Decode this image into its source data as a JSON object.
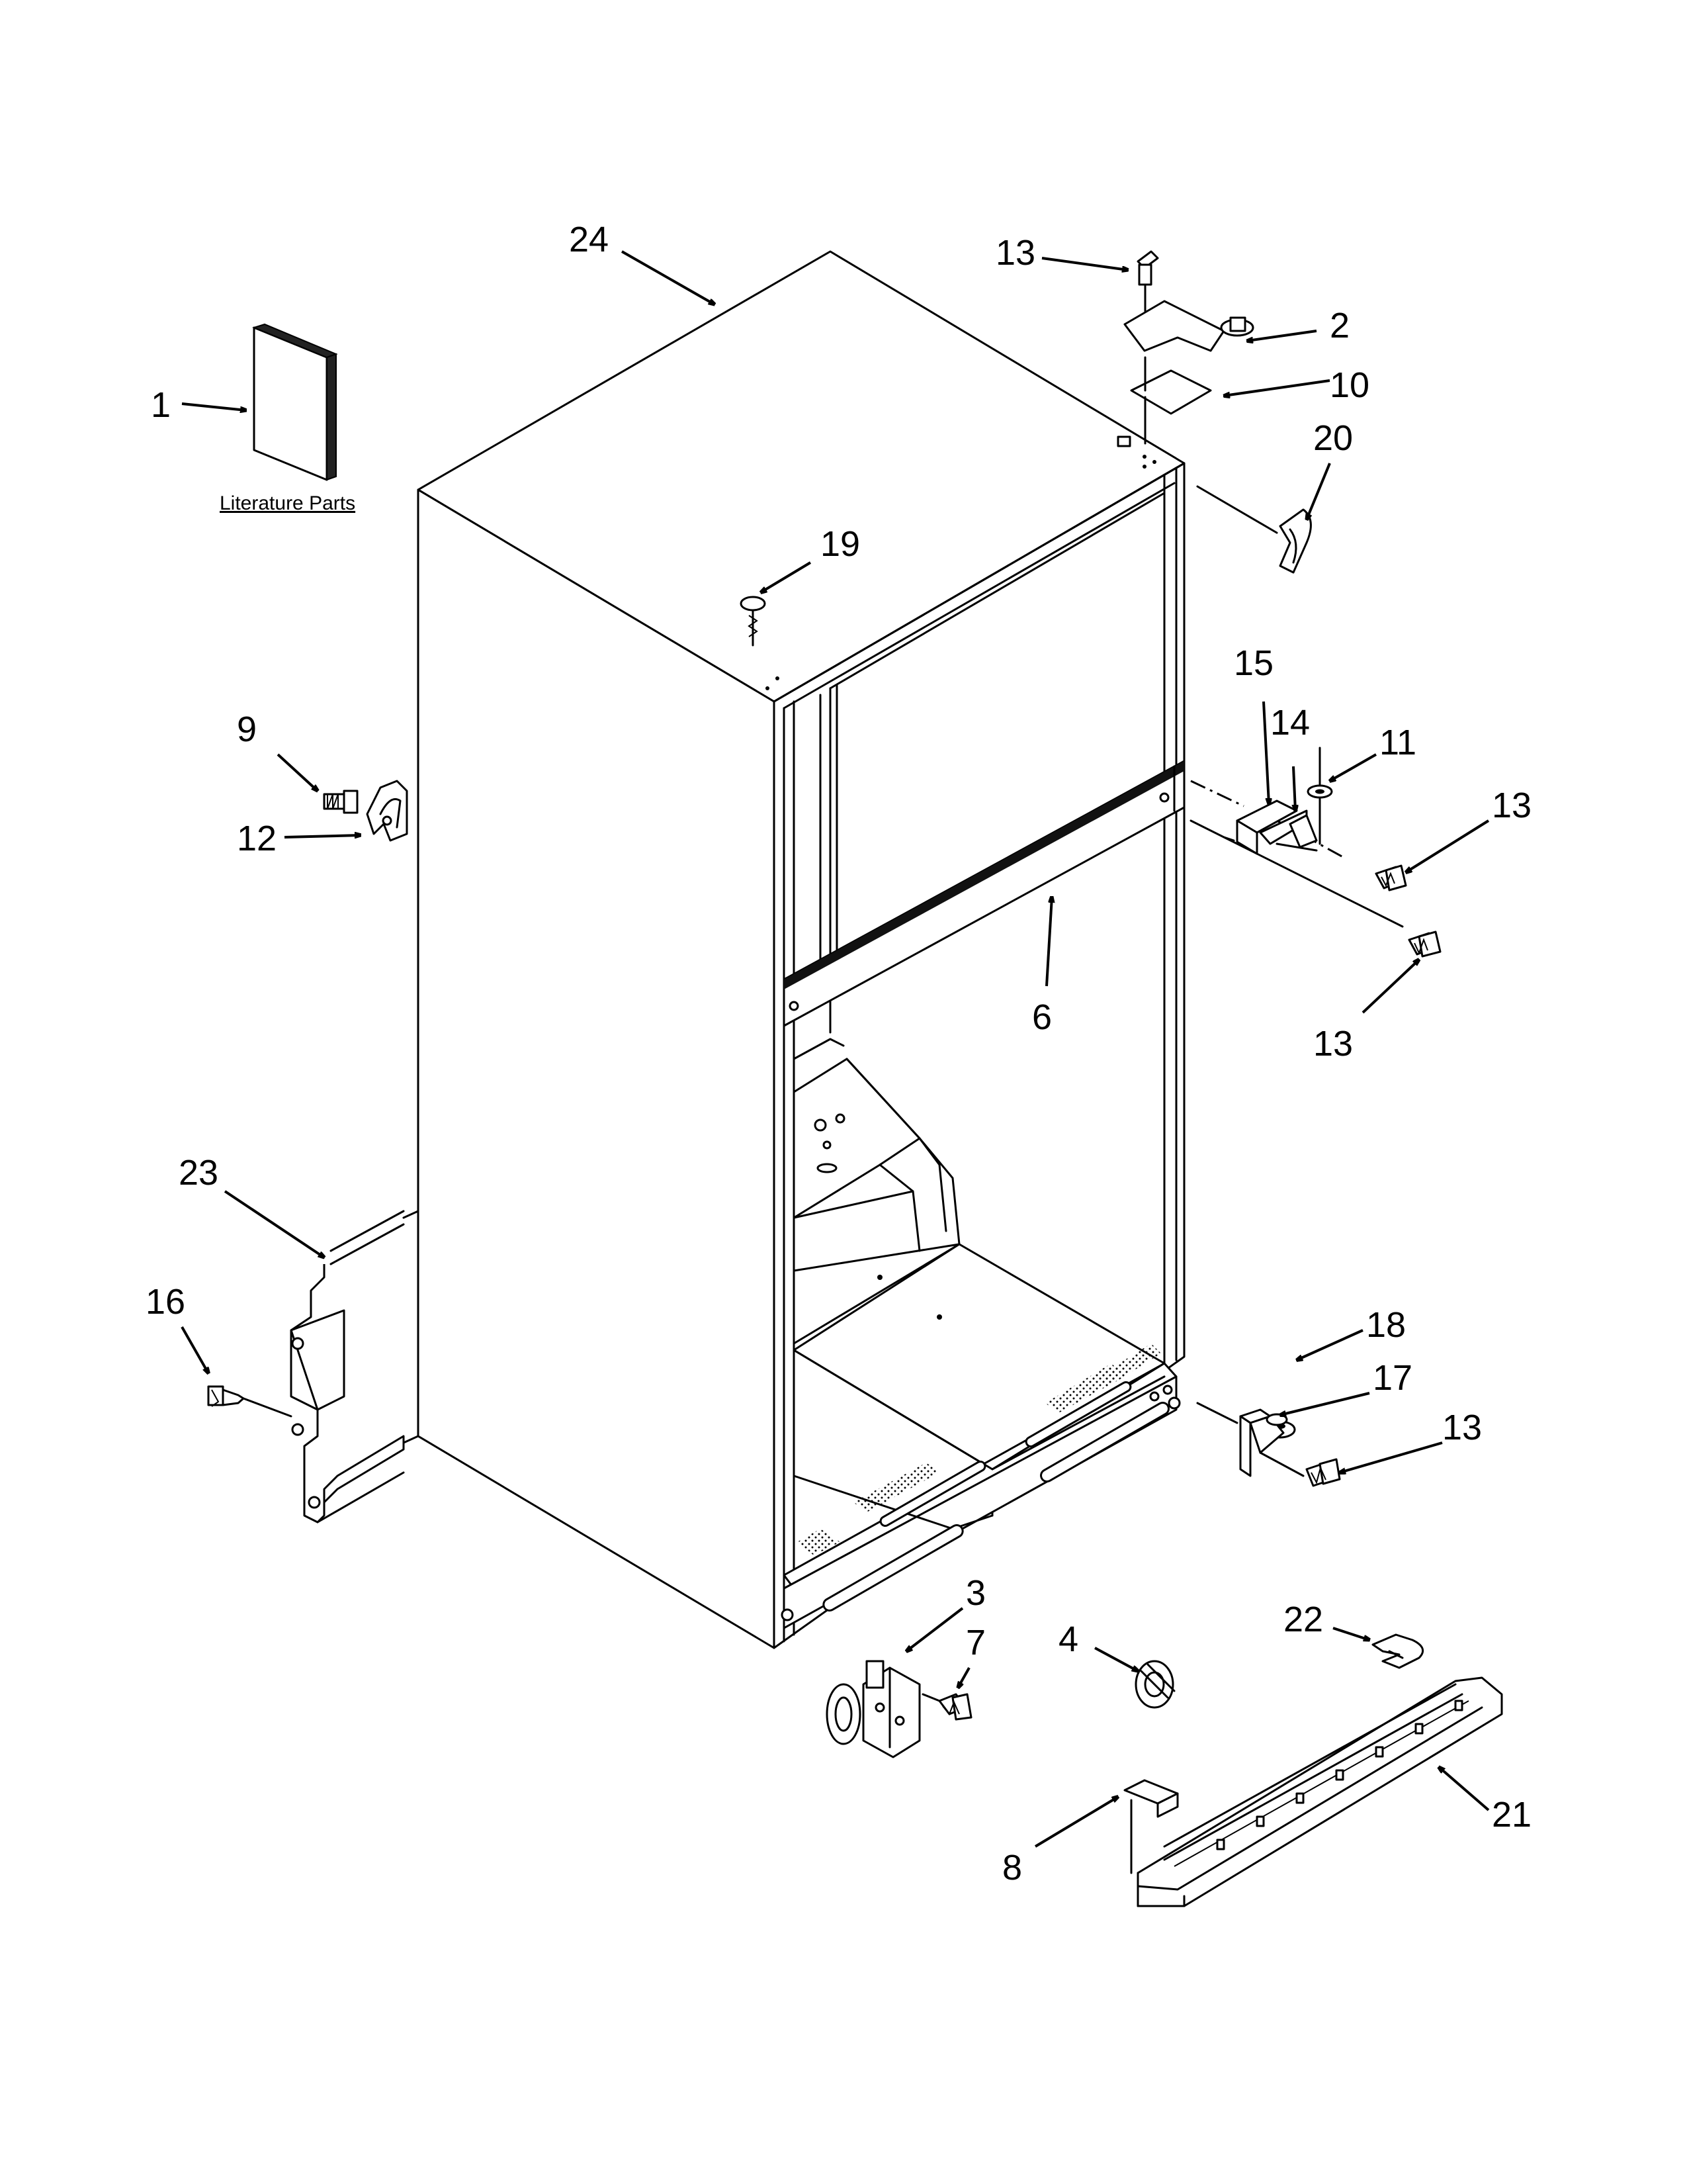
{
  "literature_label": "Literature Parts",
  "callouts": {
    "c1": "1",
    "c2": "2",
    "c3": "3",
    "c4": "4",
    "c6": "6",
    "c7": "7",
    "c8": "8",
    "c9": "9",
    "c10": "10",
    "c11": "11",
    "c12": "12",
    "c13a": "13",
    "c13b": "13",
    "c13c": "13",
    "c13d": "13",
    "c14": "14",
    "c15": "15",
    "c16": "16",
    "c17": "17",
    "c18": "18",
    "c19": "19",
    "c20": "20",
    "c21": "21",
    "c22": "22",
    "c23": "23",
    "c24": "24"
  }
}
